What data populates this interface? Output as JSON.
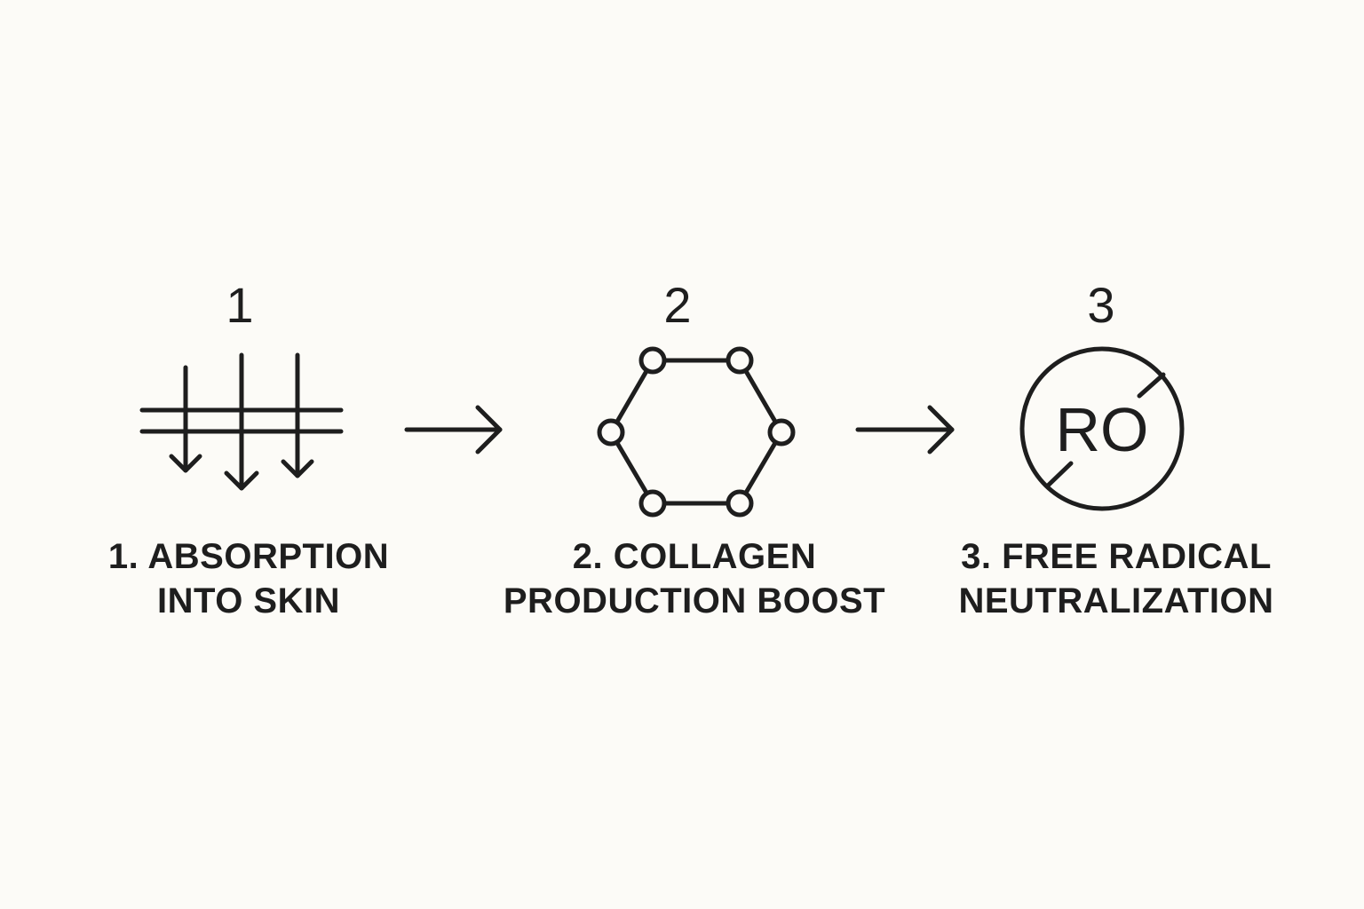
{
  "steps": [
    {
      "number": "1",
      "label_line1": "1. ABSORPTION",
      "label_line2": "INTO SKIN",
      "icon": "absorption-arrows-icon"
    },
    {
      "number": "2",
      "label_line1": "2. COLLAGEN",
      "label_line2": "PRODUCTION BOOST",
      "icon": "collagen-hexagon-icon"
    },
    {
      "number": "3",
      "label_line1": "3. FREE RADICAL",
      "label_line2": "NEUTRALIZATION",
      "icon": "ro-crossed-circle-icon",
      "icon_text": "RO"
    }
  ],
  "connectors": [
    "arrow-right-icon",
    "arrow-right-icon"
  ],
  "colors": {
    "background": "#fcfbf7",
    "ink": "#1e1e1e"
  }
}
